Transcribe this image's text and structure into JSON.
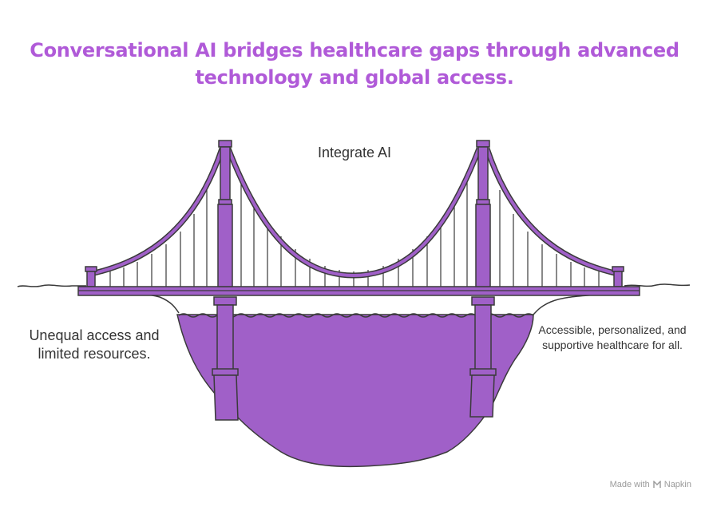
{
  "title": "Conversational AI bridges healthcare gaps through advanced technology and global access.",
  "center_label": "Integrate AI",
  "left_label": "Unequal access and limited resources.",
  "right_label": "Accessible, personalized, and supportive healthcare for all.",
  "watermark": {
    "prefix": "Made with",
    "brand": "Napkin"
  },
  "colors": {
    "accent": "#a060c8",
    "title": "#b05ad8",
    "stroke": "#3a3a3a"
  }
}
